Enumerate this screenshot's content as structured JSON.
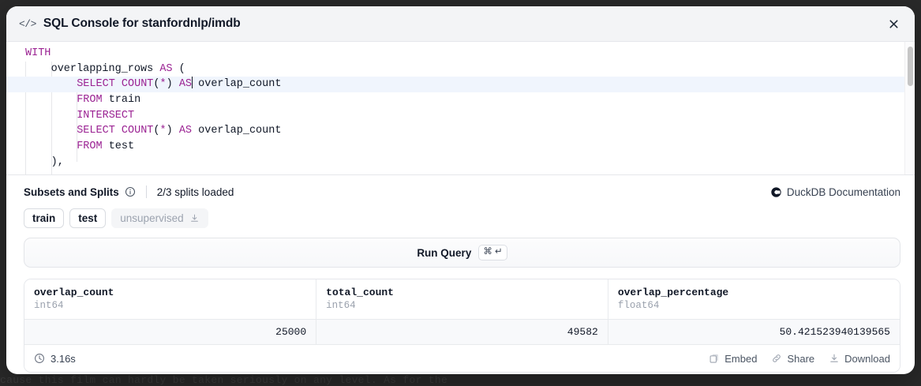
{
  "background": {
    "page_text": "cause this film can hardly be taken seriously on any level. As for the",
    "right_fragment": ""
  },
  "modal": {
    "header": {
      "icon": "code-icon",
      "title": "SQL Console for stanfordnlp/imdb",
      "close_icon": "close-icon"
    },
    "editor": {
      "scrollbar": "vertical-scrollbar",
      "lines": [
        {
          "indent": 0,
          "tokens": [
            {
              "t": "WITH",
              "c": "kw"
            }
          ]
        },
        {
          "indent": 1,
          "tokens": [
            {
              "t": "overlapping_rows ",
              "c": ""
            },
            {
              "t": "AS",
              "c": "kw"
            },
            {
              "t": " (",
              "c": ""
            }
          ]
        },
        {
          "indent": 2,
          "active": true,
          "tokens": [
            {
              "t": "SELECT COUNT",
              "c": "kw"
            },
            {
              "t": "(",
              "c": ""
            },
            {
              "t": "*",
              "c": "op"
            },
            {
              "t": ") ",
              "c": ""
            },
            {
              "t": "AS",
              "c": "kw"
            },
            {
              "t": "|",
              "c": "caret"
            },
            {
              "t": " overlap_count",
              "c": ""
            }
          ]
        },
        {
          "indent": 2,
          "tokens": [
            {
              "t": "FROM",
              "c": "kw"
            },
            {
              "t": " train",
              "c": ""
            }
          ]
        },
        {
          "indent": 2,
          "tokens": [
            {
              "t": "INTERSECT",
              "c": "kw"
            }
          ]
        },
        {
          "indent": 2,
          "tokens": [
            {
              "t": "SELECT COUNT",
              "c": "kw"
            },
            {
              "t": "(",
              "c": ""
            },
            {
              "t": "*",
              "c": "op"
            },
            {
              "t": ") ",
              "c": ""
            },
            {
              "t": "AS",
              "c": "kw"
            },
            {
              "t": " overlap_count",
              "c": ""
            }
          ]
        },
        {
          "indent": 2,
          "tokens": [
            {
              "t": "FROM",
              "c": "kw"
            },
            {
              "t": " test",
              "c": ""
            }
          ]
        },
        {
          "indent": 1,
          "tokens": [
            {
              "t": "),",
              "c": ""
            }
          ]
        }
      ]
    },
    "splits": {
      "title": "Subsets and Splits",
      "info_icon": "info-icon",
      "status": "2/3 splits loaded",
      "docs_label": "DuckDB Documentation",
      "docs_icon": "duckdb-logo-icon",
      "pills": [
        {
          "label": "train",
          "loaded": true
        },
        {
          "label": "test",
          "loaded": true
        },
        {
          "label": "unsupervised",
          "loaded": false,
          "icon": "download-icon"
        }
      ]
    },
    "run": {
      "label": "Run Query",
      "shortcut": "⌘ ↵"
    },
    "results": {
      "columns": [
        {
          "name": "overlap_count",
          "type": "int64"
        },
        {
          "name": "total_count",
          "type": "int64"
        },
        {
          "name": "overlap_percentage",
          "type": "float64"
        }
      ],
      "rows": [
        [
          "25000",
          "49582",
          "50.421523940139565"
        ]
      ],
      "footer": {
        "time_icon": "clock-icon",
        "time": "3.16s",
        "actions": [
          {
            "label": "Embed",
            "icon": "copy-icon"
          },
          {
            "label": "Share",
            "icon": "link-icon"
          },
          {
            "label": "Download",
            "icon": "download-icon"
          }
        ]
      }
    }
  },
  "colors": {
    "keyword": "#9b2393",
    "active_line": "#f0f5fd",
    "overlay": "#2a2a2a"
  }
}
